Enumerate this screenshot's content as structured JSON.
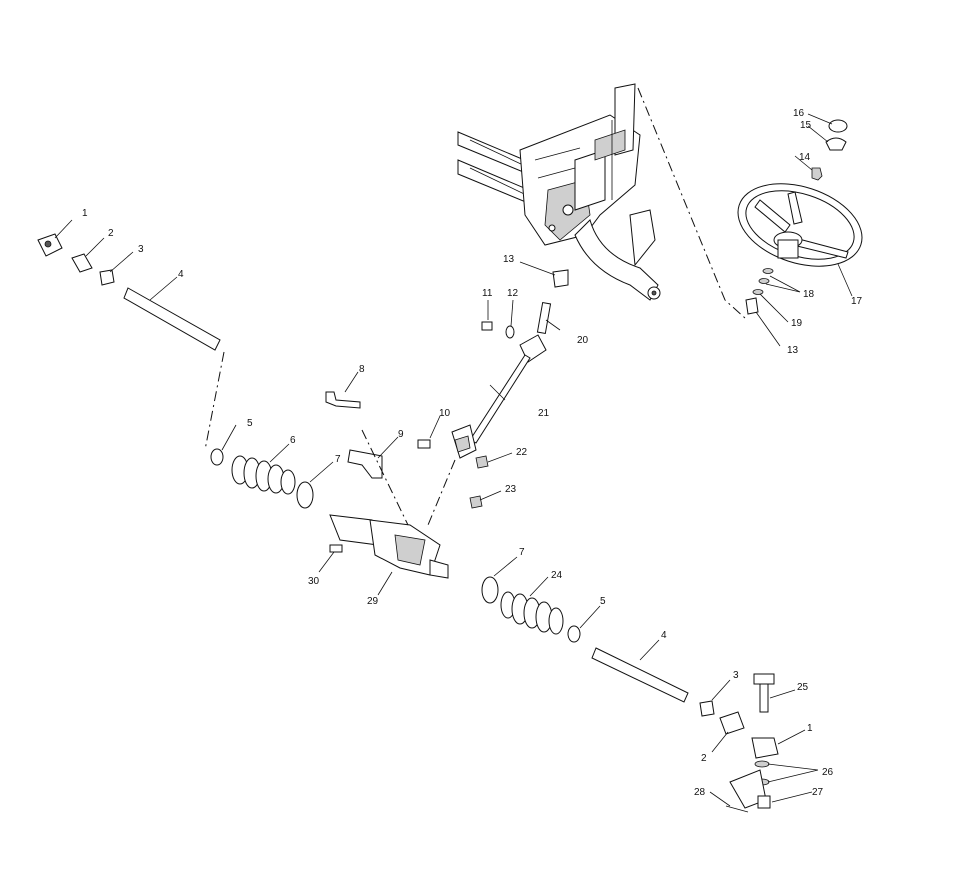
{
  "callouts": [
    {
      "id": "c1a",
      "text": "1"
    },
    {
      "id": "c2a",
      "text": "2"
    },
    {
      "id": "c3a",
      "text": "3"
    },
    {
      "id": "c4a",
      "text": "4"
    },
    {
      "id": "c5a",
      "text": "5"
    },
    {
      "id": "c6",
      "text": "6"
    },
    {
      "id": "c7a",
      "text": "7"
    },
    {
      "id": "c8",
      "text": "8"
    },
    {
      "id": "c9",
      "text": "9"
    },
    {
      "id": "c10",
      "text": "10"
    },
    {
      "id": "c11",
      "text": "11"
    },
    {
      "id": "c12",
      "text": "12"
    },
    {
      "id": "c13a",
      "text": "13"
    },
    {
      "id": "c14",
      "text": "14"
    },
    {
      "id": "c15",
      "text": "15"
    },
    {
      "id": "c16",
      "text": "16"
    },
    {
      "id": "c17",
      "text": "17"
    },
    {
      "id": "c18",
      "text": "18"
    },
    {
      "id": "c19",
      "text": "19"
    },
    {
      "id": "c13b",
      "text": "13"
    },
    {
      "id": "c20",
      "text": "20"
    },
    {
      "id": "c21",
      "text": "21"
    },
    {
      "id": "c22",
      "text": "22"
    },
    {
      "id": "c23",
      "text": "23"
    },
    {
      "id": "c30",
      "text": "30"
    },
    {
      "id": "c29",
      "text": "29"
    },
    {
      "id": "c7b",
      "text": "7"
    },
    {
      "id": "c24",
      "text": "24"
    },
    {
      "id": "c5b",
      "text": "5"
    },
    {
      "id": "c4b",
      "text": "4"
    },
    {
      "id": "c3b",
      "text": "3"
    },
    {
      "id": "c25",
      "text": "25"
    },
    {
      "id": "c2b",
      "text": "2"
    },
    {
      "id": "c1b",
      "text": "1"
    },
    {
      "id": "c26",
      "text": "26"
    },
    {
      "id": "c28",
      "text": "28"
    },
    {
      "id": "c27",
      "text": "27"
    }
  ]
}
